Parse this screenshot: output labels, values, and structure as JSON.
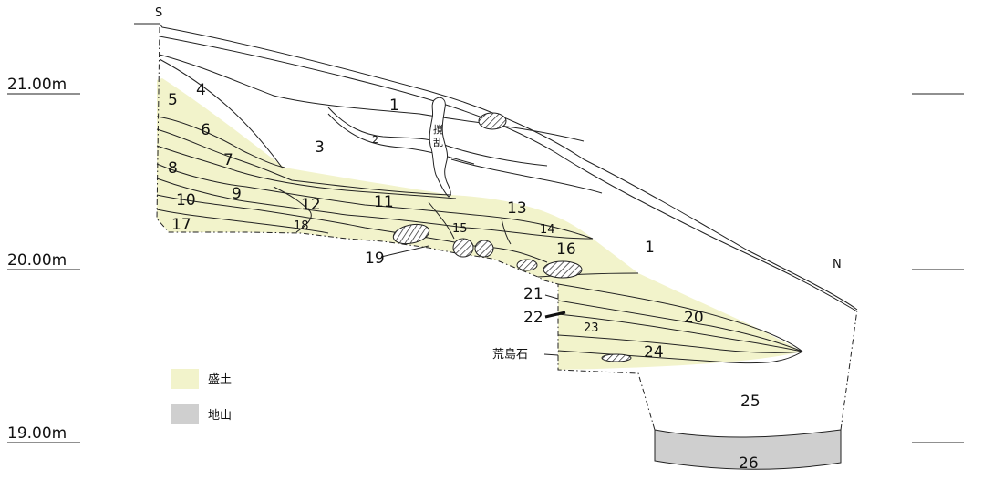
{
  "elevations": [
    "21.00m",
    "20.00m",
    "19.00m"
  ],
  "directions": {
    "south": "S",
    "north": "N"
  },
  "legend": [
    {
      "label": "盛土",
      "color": "#f2f3cb"
    },
    {
      "label": "地山",
      "color": "#cfcfcf"
    }
  ],
  "disturbance_label": [
    "撹",
    "乱"
  ],
  "stone_label": "荒島石",
  "layers": [
    "1",
    "2",
    "3",
    "4",
    "5",
    "6",
    "7",
    "8",
    "9",
    "10",
    "11",
    "12",
    "13",
    "14",
    "15",
    "16",
    "17",
    "18",
    "19",
    "20",
    "21",
    "22",
    "23",
    "24",
    "25",
    "26",
    "1"
  ],
  "colors": {
    "fill_soil": "#f2f3cb",
    "bedrock": "#cfcfcf",
    "line": "#222222"
  }
}
